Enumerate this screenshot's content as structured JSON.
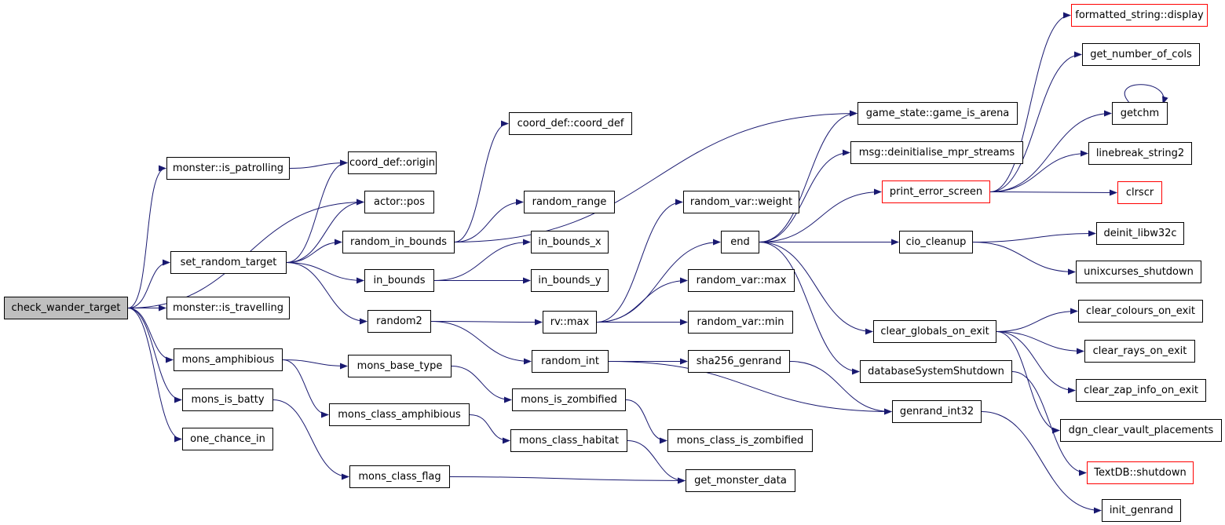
{
  "colors": {
    "edge": "#191970",
    "node_border": "#000000",
    "truncated_border": "#ff0000",
    "focus_fill": "#bfbfbf"
  },
  "nodes": [
    {
      "id": "check_wander_target",
      "label": "check_wander_target",
      "focus": true
    },
    {
      "id": "monster_is_patrolling",
      "label": "monster::is_patrolling"
    },
    {
      "id": "set_random_target",
      "label": "set_random_target"
    },
    {
      "id": "monster_is_travelling",
      "label": "monster::is_travelling"
    },
    {
      "id": "mons_amphibious",
      "label": "mons_amphibious"
    },
    {
      "id": "mons_is_batty",
      "label": "mons_is_batty"
    },
    {
      "id": "one_chance_in",
      "label": "one_chance_in"
    },
    {
      "id": "coord_def_origin",
      "label": "coord_def::origin"
    },
    {
      "id": "actor_pos",
      "label": "actor::pos"
    },
    {
      "id": "random_in_bounds",
      "label": "random_in_bounds"
    },
    {
      "id": "in_bounds",
      "label": "in_bounds"
    },
    {
      "id": "random2",
      "label": "random2"
    },
    {
      "id": "mons_base_type",
      "label": "mons_base_type"
    },
    {
      "id": "mons_class_amphibious",
      "label": "mons_class_amphibious"
    },
    {
      "id": "mons_class_flag",
      "label": "mons_class_flag"
    },
    {
      "id": "coord_def_coord_def",
      "label": "coord_def::coord_def"
    },
    {
      "id": "random_range",
      "label": "random_range"
    },
    {
      "id": "in_bounds_x",
      "label": "in_bounds_x"
    },
    {
      "id": "in_bounds_y",
      "label": "in_bounds_y"
    },
    {
      "id": "rv_max",
      "label": "rv::max"
    },
    {
      "id": "random_int",
      "label": "random_int"
    },
    {
      "id": "mons_is_zombified",
      "label": "mons_is_zombified"
    },
    {
      "id": "mons_class_habitat",
      "label": "mons_class_habitat"
    },
    {
      "id": "random_var_weight",
      "label": "random_var::weight"
    },
    {
      "id": "end",
      "label": "end"
    },
    {
      "id": "random_var_max",
      "label": "random_var::max"
    },
    {
      "id": "random_var_min",
      "label": "random_var::min"
    },
    {
      "id": "sha256_genrand",
      "label": "sha256_genrand"
    },
    {
      "id": "mons_class_is_zombified",
      "label": "mons_class_is_zombified"
    },
    {
      "id": "get_monster_data",
      "label": "get_monster_data"
    },
    {
      "id": "game_state_game_is_arena",
      "label": "game_state::game_is_arena"
    },
    {
      "id": "msg_deinitialise_mpr_streams",
      "label": "msg::deinitialise_mpr_streams"
    },
    {
      "id": "print_error_screen",
      "label": "print_error_screen",
      "truncated": true
    },
    {
      "id": "cio_cleanup",
      "label": "cio_cleanup"
    },
    {
      "id": "clear_globals_on_exit",
      "label": "clear_globals_on_exit"
    },
    {
      "id": "databaseSystemShutdown",
      "label": "databaseSystemShutdown"
    },
    {
      "id": "genrand_int32",
      "label": "genrand_int32"
    },
    {
      "id": "formatted_string_display",
      "label": "formatted_string::display",
      "truncated": true
    },
    {
      "id": "get_number_of_cols",
      "label": "get_number_of_cols"
    },
    {
      "id": "getchm",
      "label": "getchm"
    },
    {
      "id": "linebreak_string2",
      "label": "linebreak_string2"
    },
    {
      "id": "clrscr",
      "label": "clrscr",
      "truncated": true
    },
    {
      "id": "deinit_libw32c",
      "label": "deinit_libw32c"
    },
    {
      "id": "unixcurses_shutdown",
      "label": "unixcurses_shutdown"
    },
    {
      "id": "clear_colours_on_exit",
      "label": "clear_colours_on_exit"
    },
    {
      "id": "clear_rays_on_exit",
      "label": "clear_rays_on_exit"
    },
    {
      "id": "clear_zap_info_on_exit",
      "label": "clear_zap_info_on_exit"
    },
    {
      "id": "dgn_clear_vault_placements",
      "label": "dgn_clear_vault_placements"
    },
    {
      "id": "TextDB_shutdown",
      "label": "TextDB::shutdown",
      "truncated": true
    },
    {
      "id": "init_genrand",
      "label": "init_genrand"
    }
  ],
  "edges": [
    [
      "check_wander_target",
      "monster_is_patrolling"
    ],
    [
      "check_wander_target",
      "actor_pos"
    ],
    [
      "check_wander_target",
      "set_random_target"
    ],
    [
      "check_wander_target",
      "monster_is_travelling"
    ],
    [
      "check_wander_target",
      "mons_amphibious"
    ],
    [
      "check_wander_target",
      "mons_is_batty"
    ],
    [
      "check_wander_target",
      "one_chance_in"
    ],
    [
      "monster_is_patrolling",
      "coord_def_origin"
    ],
    [
      "set_random_target",
      "coord_def_origin"
    ],
    [
      "set_random_target",
      "actor_pos"
    ],
    [
      "set_random_target",
      "random_in_bounds"
    ],
    [
      "set_random_target",
      "in_bounds"
    ],
    [
      "set_random_target",
      "random2"
    ],
    [
      "mons_amphibious",
      "mons_base_type"
    ],
    [
      "mons_amphibious",
      "mons_class_amphibious"
    ],
    [
      "mons_is_batty",
      "mons_class_flag"
    ],
    [
      "random_in_bounds",
      "coord_def_coord_def"
    ],
    [
      "random_in_bounds",
      "game_state_game_is_arena"
    ],
    [
      "random_in_bounds",
      "random_range"
    ],
    [
      "in_bounds",
      "in_bounds_x"
    ],
    [
      "in_bounds",
      "in_bounds_y"
    ],
    [
      "random2",
      "rv_max"
    ],
    [
      "random2",
      "random_int"
    ],
    [
      "mons_base_type",
      "mons_is_zombified"
    ],
    [
      "mons_class_amphibious",
      "mons_class_habitat"
    ],
    [
      "mons_class_flag",
      "get_monster_data"
    ],
    [
      "rv_max",
      "random_var_weight"
    ],
    [
      "rv_max",
      "end"
    ],
    [
      "rv_max",
      "random_var_max"
    ],
    [
      "rv_max",
      "random_var_min"
    ],
    [
      "random_int",
      "sha256_genrand"
    ],
    [
      "random_int",
      "genrand_int32"
    ],
    [
      "mons_is_zombified",
      "mons_class_is_zombified"
    ],
    [
      "mons_class_habitat",
      "get_monster_data"
    ],
    [
      "sha256_genrand",
      "genrand_int32"
    ],
    [
      "end",
      "game_state_game_is_arena"
    ],
    [
      "end",
      "msg_deinitialise_mpr_streams"
    ],
    [
      "end",
      "print_error_screen"
    ],
    [
      "end",
      "cio_cleanup"
    ],
    [
      "end",
      "clear_globals_on_exit"
    ],
    [
      "end",
      "databaseSystemShutdown"
    ],
    [
      "print_error_screen",
      "formatted_string_display"
    ],
    [
      "print_error_screen",
      "get_number_of_cols"
    ],
    [
      "print_error_screen",
      "getchm"
    ],
    [
      "print_error_screen",
      "linebreak_string2"
    ],
    [
      "print_error_screen",
      "clrscr"
    ],
    [
      "getchm",
      "getchm"
    ],
    [
      "cio_cleanup",
      "deinit_libw32c"
    ],
    [
      "cio_cleanup",
      "unixcurses_shutdown"
    ],
    [
      "clear_globals_on_exit",
      "clear_colours_on_exit"
    ],
    [
      "clear_globals_on_exit",
      "clear_rays_on_exit"
    ],
    [
      "clear_globals_on_exit",
      "clear_zap_info_on_exit"
    ],
    [
      "clear_globals_on_exit",
      "dgn_clear_vault_placements"
    ],
    [
      "databaseSystemShutdown",
      "TextDB_shutdown"
    ],
    [
      "genrand_int32",
      "init_genrand"
    ]
  ]
}
